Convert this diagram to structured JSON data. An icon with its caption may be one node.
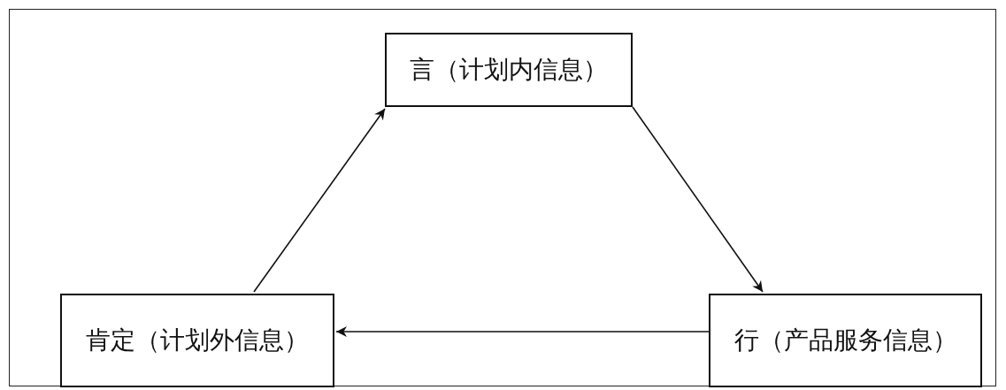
{
  "diagram": {
    "nodes": [
      {
        "text": [
          "言（计划内信息）"
        ]
      },
      {
        "text": [
          "行（产品服务信息）"
        ]
      },
      {
        "text": [
          "肯定（计划外信息）"
        ]
      }
    ],
    "edges": [
      {
        "from": 0,
        "to": 1,
        "arrow": "to"
      },
      {
        "from": 1,
        "to": 2,
        "arrow": "to"
      },
      {
        "from": 2,
        "to": 0,
        "arrow": "to"
      }
    ]
  }
}
